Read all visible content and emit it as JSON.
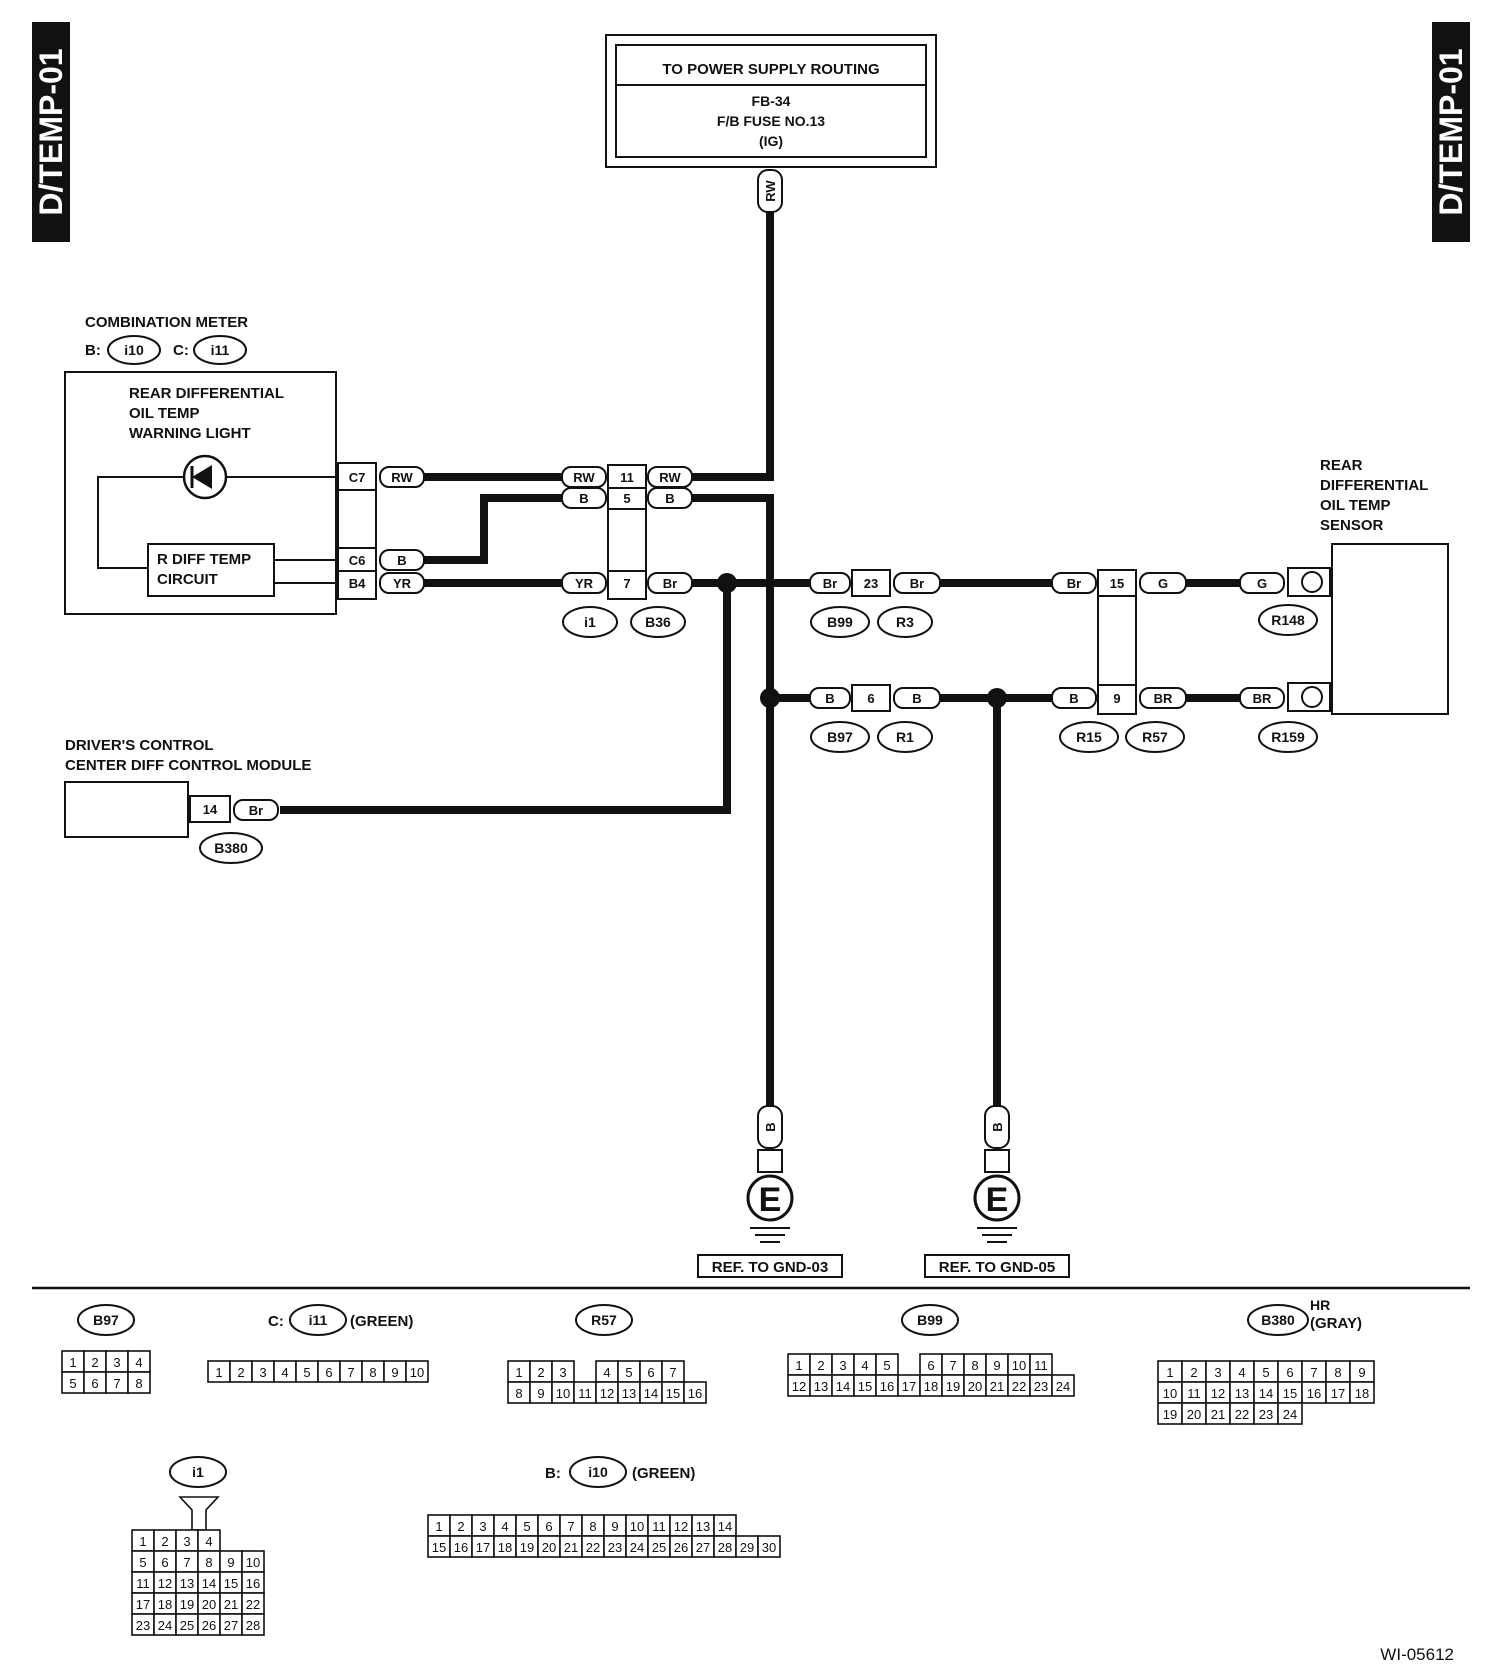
{
  "side_tabs": {
    "left": "D/TEMP-01",
    "right": "D/TEMP-01"
  },
  "power_supply": {
    "title": "TO POWER SUPPLY ROUTING",
    "line1": "FB-34",
    "line2": "F/B FUSE NO.13",
    "line3": "(IG)",
    "wire": "RW"
  },
  "combination_meter": {
    "title": "COMBINATION METER",
    "b_prefix": "B:",
    "b_conn": "i10",
    "c_prefix": "C:",
    "c_conn": "i11",
    "warning_line1": "REAR DIFFERENTIAL",
    "warning_line2": "OIL TEMP",
    "warning_line3": "WARNING LIGHT",
    "circuit_line1": "R DIFF TEMP",
    "circuit_line2": "CIRCUIT",
    "pins": [
      "C7",
      "C6",
      "B4"
    ],
    "pin_wires": [
      "RW",
      "B",
      "YR"
    ]
  },
  "junction_i1_b36": {
    "pins": [
      "11",
      "5",
      "7"
    ],
    "left_wires": [
      "RW",
      "B",
      "YR"
    ],
    "right_wires": [
      "RW",
      "B",
      "Br"
    ],
    "conn_left": "i1",
    "conn_right": "B36"
  },
  "junction_b99_r3": {
    "pin": "23",
    "left": "Br",
    "right": "Br",
    "conn_left": "B99",
    "conn_right": "R3"
  },
  "junction_b97_r1": {
    "pin": "6",
    "left": "B",
    "right": "B",
    "conn_left": "B97",
    "conn_right": "R1"
  },
  "junction_r15_r57": {
    "pins": [
      "15",
      "9"
    ],
    "left_wires": [
      "Br",
      "B"
    ],
    "right_wires": [
      "G",
      "BR"
    ],
    "conn_left": "R15",
    "conn_right": "R57"
  },
  "sensor": {
    "line1": "REAR",
    "line2": "DIFFERENTIAL",
    "line3": "OIL TEMP",
    "line4": "SENSOR",
    "wires": [
      "G",
      "BR"
    ],
    "conns": [
      "R148",
      "R159"
    ]
  },
  "drivers_control": {
    "line1": "DRIVER'S CONTROL",
    "line2": "CENTER DIFF CONTROL MODULE",
    "pin": "14",
    "wire": "Br",
    "conn": "B380"
  },
  "grounds": [
    {
      "wire": "B",
      "symbol": "E",
      "ref": "REF. TO GND-03"
    },
    {
      "wire": "B",
      "symbol": "E",
      "ref": "REF. TO GND-05"
    }
  ],
  "connector_views": {
    "b97": {
      "name": "B97",
      "rows": [
        [
          "1",
          "2",
          "3",
          "4"
        ],
        [
          "5",
          "6",
          "7",
          "8"
        ]
      ]
    },
    "i11": {
      "prefix": "C:",
      "name": "i11",
      "color": "(GREEN)",
      "rows": [
        [
          "1",
          "2",
          "3",
          "4",
          "5",
          "6",
          "7",
          "8",
          "9",
          "10"
        ]
      ]
    },
    "r57": {
      "name": "R57",
      "rows": [
        [
          "1",
          "2",
          "3",
          "",
          "4",
          "5",
          "6",
          "7"
        ],
        [
          "8",
          "9",
          "10",
          "11",
          "12",
          "13",
          "14",
          "15",
          "16"
        ]
      ]
    },
    "b99": {
      "name": "B99",
      "rows": [
        [
          "1",
          "2",
          "3",
          "4",
          "5",
          "",
          "6",
          "7",
          "8",
          "9",
          "10",
          "11"
        ],
        [
          "12",
          "13",
          "14",
          "15",
          "16",
          "17",
          "18",
          "19",
          "20",
          "21",
          "22",
          "23",
          "24"
        ]
      ]
    },
    "b380": {
      "name": "B380",
      "hr": "HR",
      "color": "(GRAY)",
      "rows": [
        [
          "1",
          "2",
          "3",
          "4",
          "5",
          "6",
          "7",
          "8",
          "9"
        ],
        [
          "10",
          "11",
          "12",
          "13",
          "14",
          "15",
          "16",
          "17",
          "18"
        ],
        [
          "19",
          "20",
          "21",
          "22",
          "23",
          "24"
        ]
      ]
    },
    "i1": {
      "name": "i1",
      "rows": [
        [
          "1",
          "2",
          "3",
          "4"
        ],
        [
          "5",
          "6",
          "7",
          "8",
          "9",
          "10"
        ],
        [
          "11",
          "12",
          "13",
          "14",
          "15",
          "16"
        ],
        [
          "17",
          "18",
          "19",
          "20",
          "21",
          "22"
        ],
        [
          "23",
          "24",
          "25",
          "26",
          "27",
          "28"
        ]
      ]
    },
    "i10": {
      "prefix": "B:",
      "name": "i10",
      "color": "(GREEN)",
      "rows": [
        [
          "1",
          "2",
          "3",
          "4",
          "5",
          "6",
          "7",
          "8",
          "9",
          "10",
          "11",
          "12",
          "13",
          "14"
        ],
        [
          "15",
          "16",
          "17",
          "18",
          "19",
          "20",
          "21",
          "22",
          "23",
          "24",
          "25",
          "26",
          "27",
          "28",
          "29",
          "30"
        ]
      ]
    }
  },
  "figure_id": "WI-05612"
}
